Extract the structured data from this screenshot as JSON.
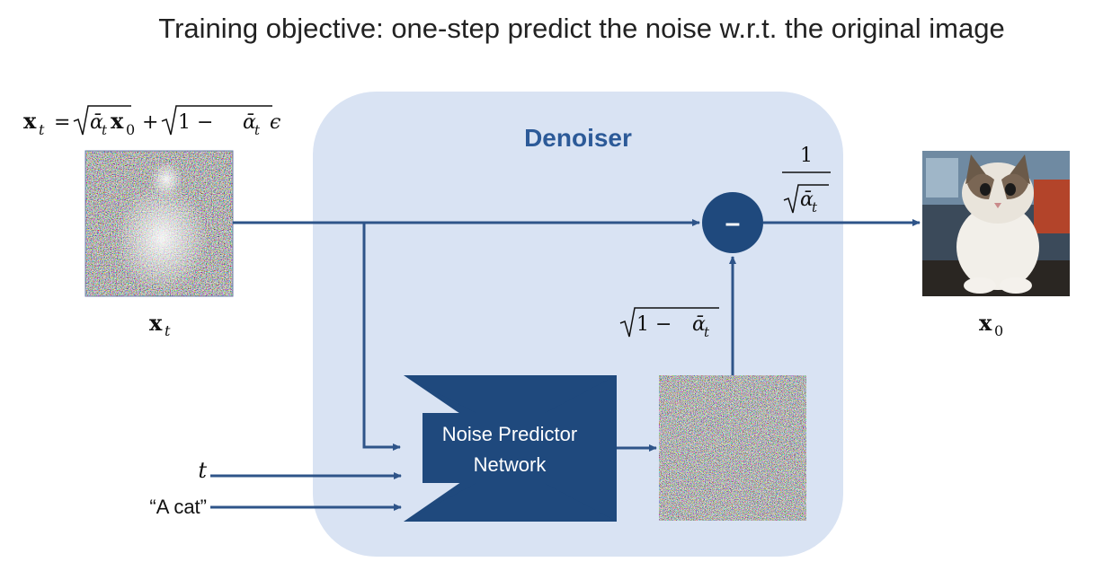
{
  "title": "Training objective: one-step predict the noise w.r.t. the original image",
  "denoiser": {
    "label": "Denoiser",
    "network_line1": "Noise Predictor",
    "network_line2": "Network",
    "subtract_symbol": "–"
  },
  "formulas": {
    "forward_lhs": "𝐱",
    "forward_lhs_sub": "t",
    "forward_eq": "=",
    "forward_x0": "𝐱",
    "forward_x0_sub": "0",
    "forward_plus": "+",
    "forward_one_minus": "1 − ",
    "alpha_bar": "ᾱ",
    "alpha_sub": "t",
    "epsilon": "ϵ",
    "scale_numerator": "1",
    "noise_scale_prefix": "1 − "
  },
  "labels": {
    "input_label": "𝐱",
    "input_label_sub": "t",
    "output_label": "𝐱",
    "output_label_sub": "0",
    "time_input": "t",
    "text_input": "“A cat”"
  },
  "colors": {
    "arrow": "#2e5489",
    "denoiser_bg": "#d9e3f3",
    "network": "#1f497d",
    "denoiser_text": "#2c5a98"
  }
}
